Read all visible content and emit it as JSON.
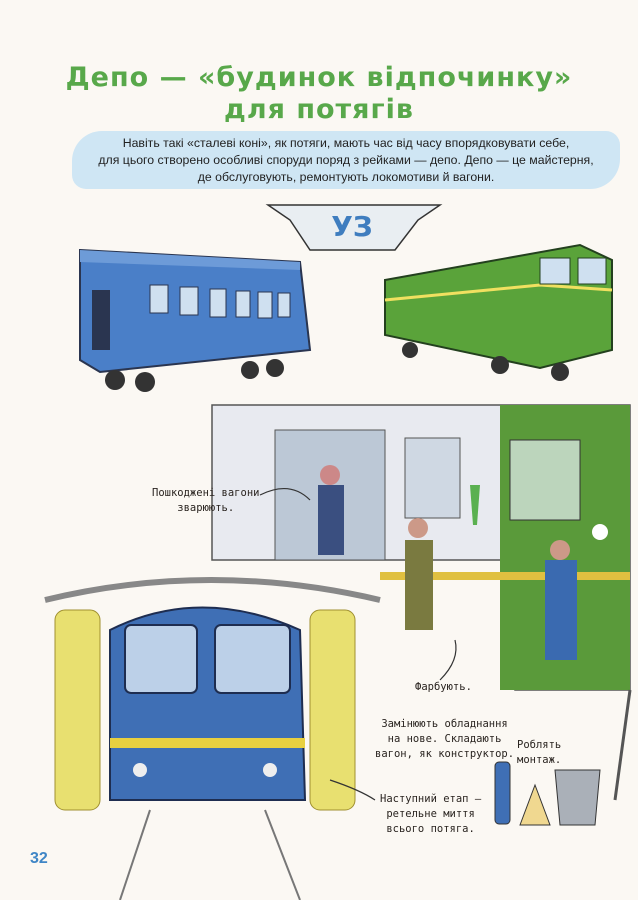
{
  "title_line1": "Депо — «будинок відпочинку»",
  "title_line2": "для потягів",
  "intro": [
    "Навіть такі «сталеві коні», як потяги, мають час від часу впорядковувати себе,",
    "для цього створено особливі споруди поряд з рейками — депо. Депо — це майстерня,",
    "де обслуговують, ремонтують локомотиви й вагони."
  ],
  "logo_text": "УЗ",
  "captions": {
    "weld": [
      "Пошкоджені вагони",
      "зварюють."
    ],
    "paint": [
      "Фарбують."
    ],
    "replace": [
      "Замінюють обладнання",
      "на нове. Складають",
      "вагон, як конструктор."
    ],
    "mount": [
      "Роблять",
      "монтаж."
    ],
    "wash": [
      "Наступний етап –",
      "ретельне миття",
      "всього потяга."
    ]
  },
  "page_number": "32",
  "colors": {
    "title": "#58a84a",
    "intro_bg": "#cfe6f4",
    "page_number": "#3f86c6"
  }
}
